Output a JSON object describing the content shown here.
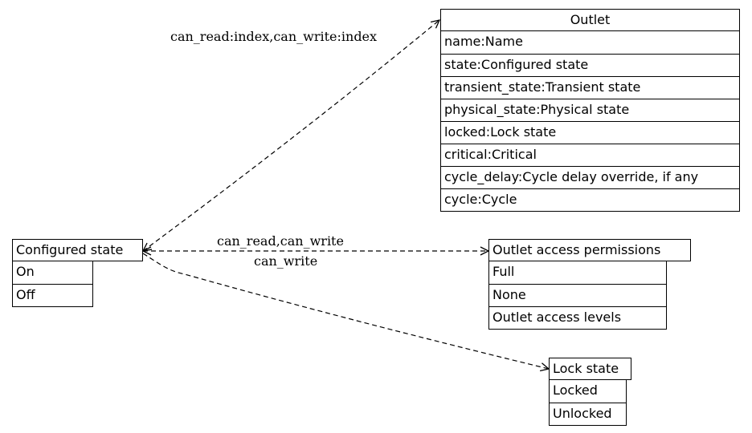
{
  "nodes": {
    "outlet": {
      "title": "Outlet",
      "rows": [
        "name:Name",
        "state:Configured state",
        "transient_state:Transient state",
        "physical_state:Physical state",
        "locked:Lock state",
        "critical:Critical",
        "cycle_delay:Cycle delay override, if any",
        "cycle:Cycle"
      ]
    },
    "configured_state": {
      "title": "Configured state",
      "rows": [
        "On",
        "Off"
      ]
    },
    "outlet_access_permissions": {
      "title": "Outlet access permissions",
      "rows": [
        "Full",
        "None",
        "Outlet access levels"
      ]
    },
    "lock_state": {
      "title": "Lock state",
      "rows": [
        "Locked",
        "Unlocked"
      ]
    }
  },
  "edges": {
    "to_outlet": "can_read:index,can_write:index",
    "to_permissions": "can_read,can_write",
    "to_lock_state": "can_write"
  }
}
